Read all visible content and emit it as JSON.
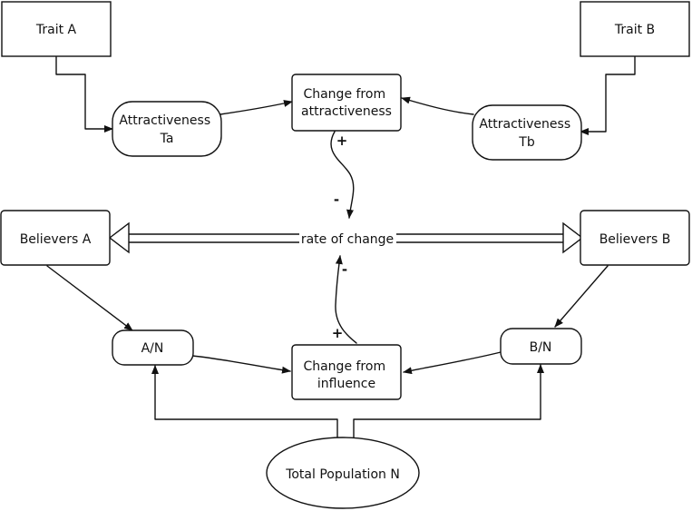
{
  "nodes": {
    "trait_a": {
      "lines": [
        "Trait A"
      ]
    },
    "trait_b": {
      "lines": [
        "Trait B"
      ]
    },
    "attr_ta": {
      "lines": [
        "Attractiveness",
        "Ta"
      ]
    },
    "attr_tb": {
      "lines": [
        "Attractiveness",
        "Tb"
      ]
    },
    "change_attr": {
      "lines": [
        "Change from",
        "attractiveness"
      ]
    },
    "rate": {
      "lines": [
        "rate of change"
      ]
    },
    "believers_a": {
      "lines": [
        "Believers A"
      ]
    },
    "believers_b": {
      "lines": [
        "Believers B"
      ]
    },
    "an": {
      "lines": [
        "A/N"
      ]
    },
    "bn": {
      "lines": [
        "B/N"
      ]
    },
    "change_infl": {
      "lines": [
        "Change from",
        "influence"
      ]
    },
    "total": {
      "lines": [
        "Total Population N"
      ]
    }
  },
  "signs": {
    "attr_plus": "+",
    "attr_minus": "-",
    "infl_plus": "+",
    "infl_minus": "-"
  }
}
